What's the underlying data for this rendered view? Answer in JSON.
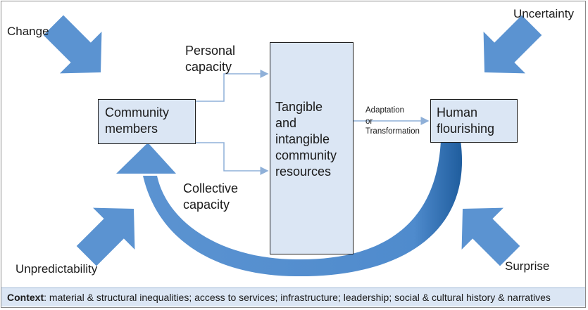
{
  "forces": {
    "change": "Change",
    "uncertainty": "Uncertainty",
    "unpredictability": "Unpredictability",
    "surprise": "Surprise"
  },
  "nodes": {
    "community_members": "Community\nmembers",
    "resources": "Tangible\nand\nintangible\ncommunity\nresources",
    "human_flourishing": "Human\nflourishing"
  },
  "capacities": {
    "personal": "Personal\ncapacity",
    "collective": "Collective\ncapacity"
  },
  "transition": {
    "adaptation": "Adaptation",
    "or": "or",
    "transformation": "Transformation"
  },
  "context": {
    "label": "Context",
    "text": ": material & structural inequalities; access to services; infrastructure; leadership; social & cultural history & narratives"
  },
  "colors": {
    "arrow_blue": "#5b93d1",
    "box_fill": "#dbe6f4",
    "connector": "#8fb0d8"
  }
}
